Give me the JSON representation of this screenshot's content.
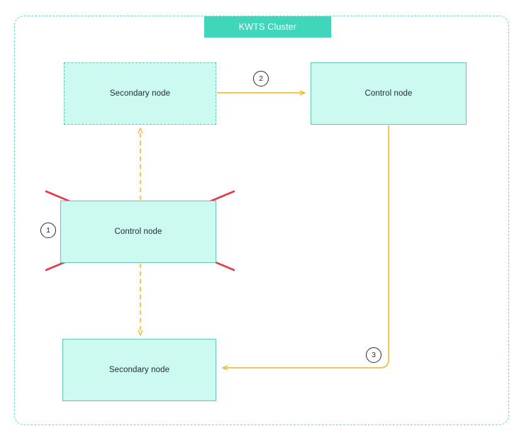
{
  "diagram": {
    "title": "KWTS Cluster",
    "colors": {
      "banner_fill": "#3FD6BC",
      "node_fill": "#CCFAF0",
      "node_border": "#5FC9BA",
      "container_border": "#6ED8C9",
      "arrow_orange": "#EEBE3E",
      "cross_red": "#E03B4A",
      "marker_stroke": "#2a2a2a",
      "label_text": "#1f2b33",
      "banner_text": "#ffffff"
    }
  },
  "nodes": {
    "secondary_top": {
      "label": "Secondary node",
      "border_style": "dashed",
      "state": "promoted-target"
    },
    "control_top": {
      "label": "Control node",
      "border_style": "solid",
      "state": "active"
    },
    "control_failed": {
      "label": "Control node",
      "border_style": "solid",
      "state": "failed"
    },
    "secondary_bottom": {
      "label": "Secondary node",
      "border_style": "solid",
      "state": "active"
    }
  },
  "markers": {
    "step1": "1",
    "step2": "2",
    "step3": "3"
  },
  "connectors": {
    "secondary_to_control": {
      "step": "2",
      "style": "solid",
      "direction": "right"
    },
    "control_to_secondary_bottom": {
      "step": "3",
      "style": "solid",
      "direction": "left"
    },
    "failed_to_secondary_top": {
      "style": "dashed",
      "direction": "up"
    },
    "failed_to_secondary_bottom": {
      "style": "dashed",
      "direction": "down"
    }
  }
}
